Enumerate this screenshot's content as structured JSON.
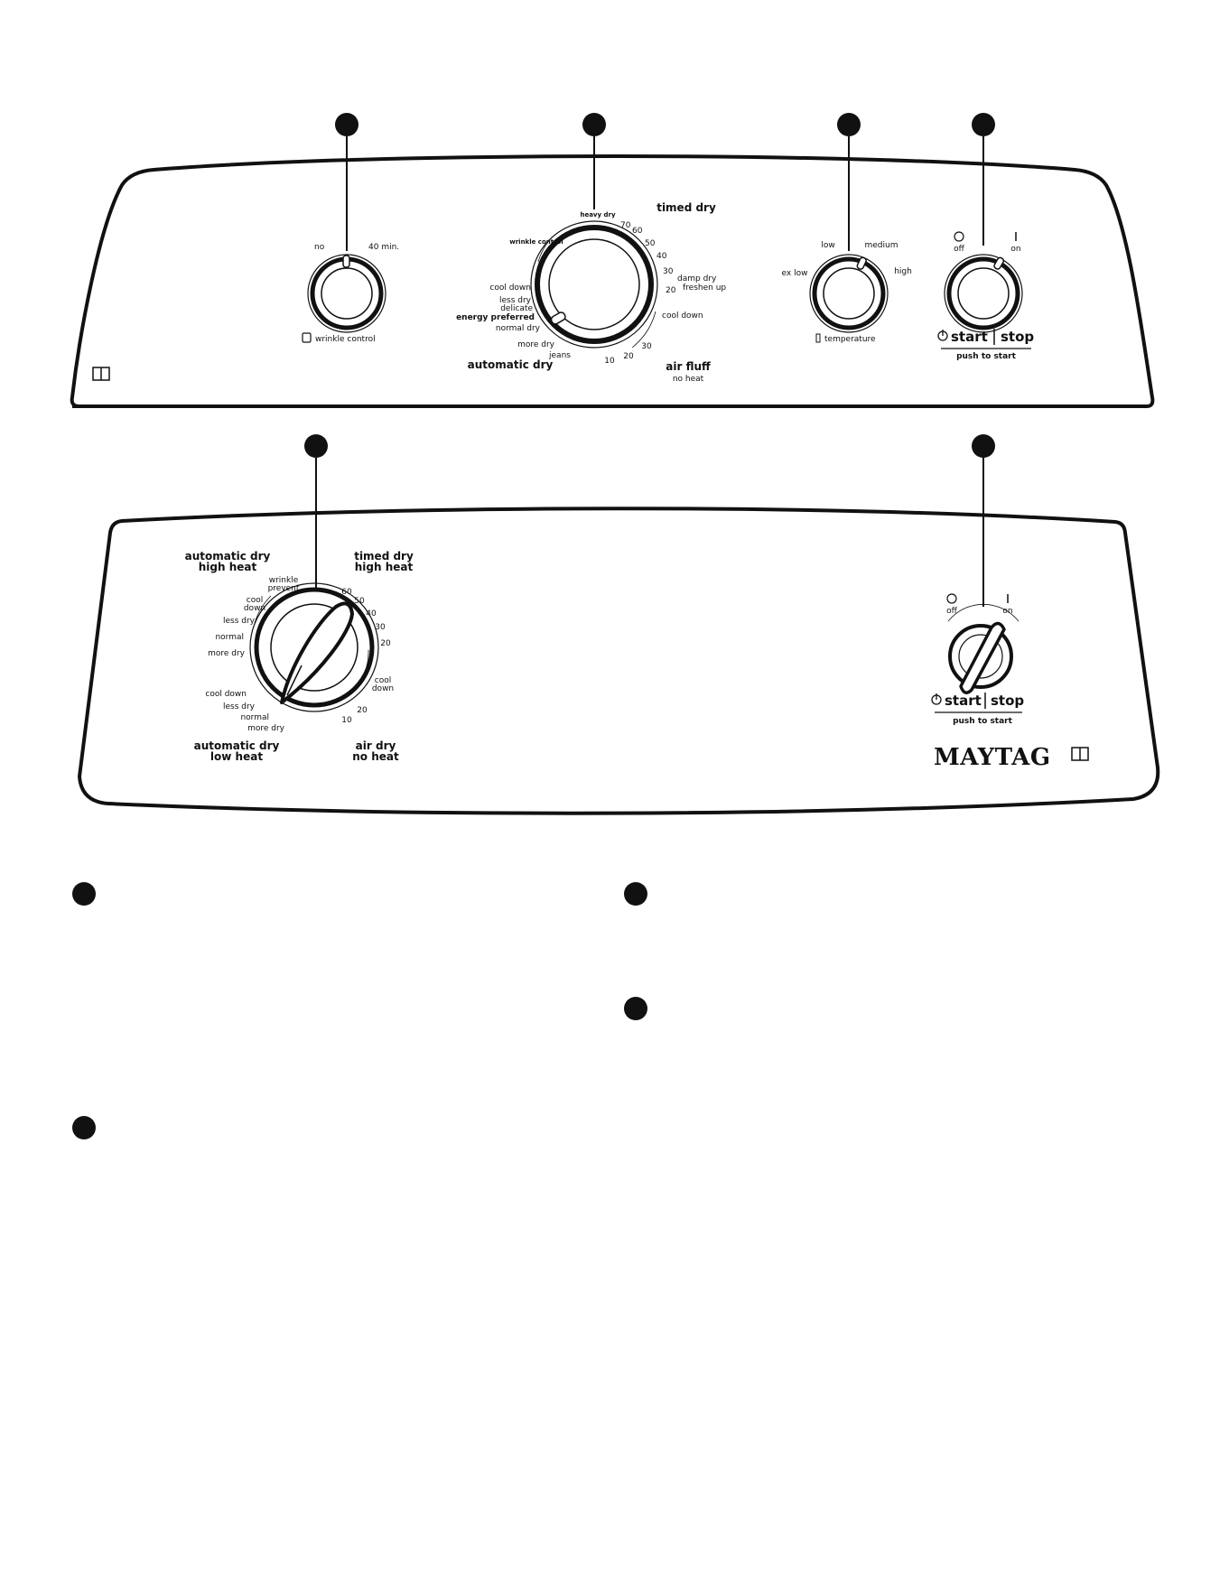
{
  "top_panel": {
    "wrinkle_control": {
      "no": "no",
      "forty_min": "40 min.",
      "label": "wrinkle control"
    },
    "cycle_knob": {
      "heavy_dry": "heavy dry",
      "timed_dry": "timed dry",
      "wrinkle_control": "wrinkle control",
      "numbers": [
        "70",
        "60",
        "50",
        "40",
        "30",
        "20"
      ],
      "damp_dry": "damp dry",
      "freshen_up": "freshen up",
      "cool_down_left": "cool down",
      "less_dry": "less dry",
      "delicate": "delicate",
      "energy_preferred": "energy preferred",
      "normal_dry": "normal dry",
      "more_dry": "more dry",
      "jeans": "jeans",
      "bottom_numbers": [
        "10",
        "20",
        "30"
      ],
      "cool_down_right": "cool down",
      "automatic_dry": "automatic dry",
      "air_fluff": "air fluff",
      "no_heat": "no heat"
    },
    "temperature": {
      "low": "low",
      "medium": "medium",
      "ex_low": "ex low",
      "high": "high",
      "label": "temperature"
    },
    "power": {
      "off": "off",
      "on": "on",
      "start": "start",
      "stop": "stop",
      "push_to_start": "push to start"
    }
  },
  "bottom_panel": {
    "cycle_knob": {
      "auto_high_1": "automatic dry",
      "auto_high_2": "high heat",
      "timed_high_1": "timed dry",
      "timed_high_2": "high heat",
      "wrinkle_prevent_1": "wrinkle",
      "wrinkle_prevent_2": "prevent",
      "cool_down_1": "cool",
      "cool_down_2": "down",
      "less_dry": "less dry",
      "normal": "normal",
      "more_dry": "more dry",
      "cool_down_b": "cool down",
      "less_dry_b": "less dry",
      "normal_b": "normal",
      "more_dry_b": "more dry",
      "numbers": [
        "60",
        "50",
        "40",
        "30",
        "20"
      ],
      "cool_right_1": "cool",
      "cool_right_2": "down",
      "bottom_numbers": [
        "20",
        "10"
      ],
      "auto_low_1": "automatic dry",
      "auto_low_2": "low heat",
      "air_dry_1": "air dry",
      "air_dry_2": "no heat"
    },
    "power": {
      "off": "off",
      "on": "on",
      "start": "start",
      "stop": "stop",
      "push_to_start": "push to start"
    },
    "brand": "MAYTAG"
  }
}
